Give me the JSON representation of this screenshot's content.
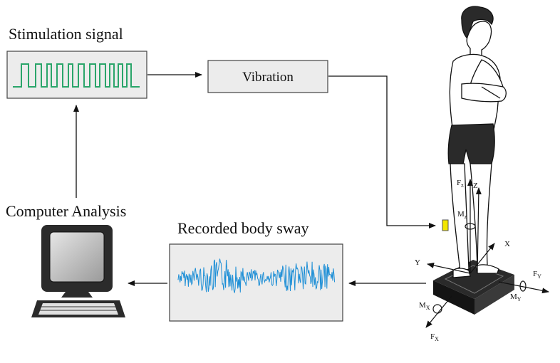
{
  "labels": {
    "stimulation_signal": "Stimulation signal",
    "vibration": "Vibration",
    "computer_analysis": "Computer Analysis",
    "recorded_body_sway": "Recorded body sway"
  },
  "axes": {
    "x": "X",
    "y": "Y",
    "z": "Z",
    "fz": "F",
    "fz_sub": "z",
    "mz": "M",
    "mz_sub": "z",
    "fy": "F",
    "fy_sub": "Y",
    "my": "M",
    "my_sub": "Y",
    "mx": "M",
    "mx_sub": "X",
    "fx": "F",
    "fx_sub": "X"
  },
  "colors": {
    "signal_green": "#2aa56a",
    "sway_blue": "#1e8fd6",
    "vibrator_yellow": "#f2e600",
    "panel_fill": "#ececec",
    "arrow": "#111111"
  },
  "icons": {
    "computer": "computer-monitor-icon",
    "person": "standing-person-icon",
    "platform": "force-platform-icon"
  }
}
